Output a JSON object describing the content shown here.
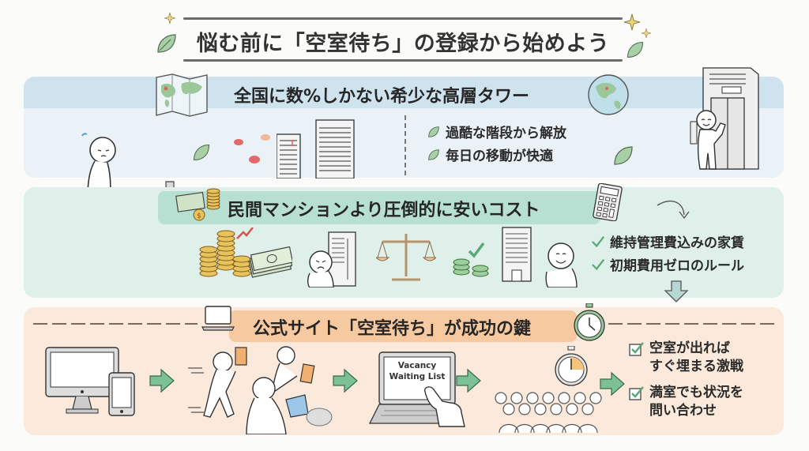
{
  "title": "悩む前に「空室待ち」の登録から始めよう",
  "sections": [
    {
      "id": "rarity",
      "heading": "全国に数%しかない希少な高層タワー",
      "bullets": [
        "過酷な階段から解放",
        "毎日の移動が快適"
      ],
      "colors": {
        "band": "#eaf2f7",
        "header": "#cfe3ee"
      },
      "icons": [
        "world-map-icon",
        "globe-icon",
        "tower-buildings-icon",
        "elevator-person-icon",
        "stairs-person-icon"
      ]
    },
    {
      "id": "cost",
      "heading": "民間マンションより圧倒的に安いコスト",
      "bullets": [
        "維持管理費込みの家賃",
        "初期費用ゼロのルール"
      ],
      "colors": {
        "band": "#dff0ea",
        "header": "#b8e0d2",
        "check": "#5aa875"
      },
      "icons": [
        "money-coins-icon",
        "calculator-icon",
        "coin-stacks-icon",
        "banknotes-icon",
        "worried-person-building-icon",
        "balance-scale-icon",
        "happy-person-building-icon"
      ]
    },
    {
      "id": "official-site",
      "heading": "公式サイト「空室待ち」が成功の鍵",
      "bullets": [
        "空室が出れば すぐ埋まる激戦",
        "満室でも状況を 問い合わせ"
      ],
      "bullets_lines": [
        [
          "空室が出れば",
          "すぐ埋まる激戦"
        ],
        [
          "満室でも状況を",
          "問い合わせ"
        ]
      ],
      "laptop_screen": {
        "line1": "Vacancy",
        "line2": "Waiting List"
      },
      "colors": {
        "band": "#fbeadb",
        "header": "#f6c9a0",
        "arrow": "#7cc096"
      },
      "icons": [
        "laptop-icon",
        "stopwatch-icon",
        "monitor-phone-icon",
        "rushing-people-icon",
        "crowd-icon"
      ]
    }
  ]
}
